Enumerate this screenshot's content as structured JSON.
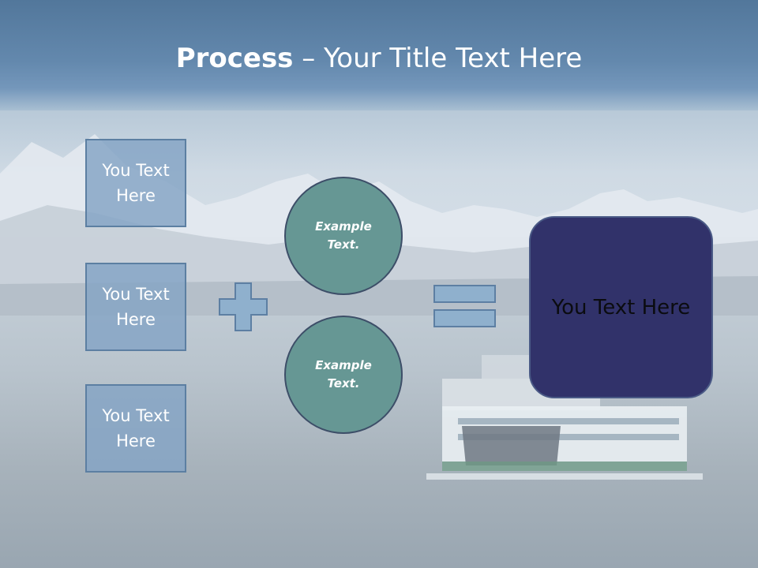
{
  "slide": {
    "title_bold": "Process",
    "title_rest": " – Your Title Text Here",
    "left_boxes": [
      "You Text Here",
      "You Text Here",
      "You Text Here"
    ],
    "circles": [
      "Example Text.",
      "Example Text."
    ],
    "result_text": "You Text Here"
  },
  "colors": {
    "title_band": "#6388ad",
    "box_fill": "#84a4c4",
    "circle_fill": "#669794",
    "result_fill": "#31326a",
    "operator_fill": "#8fb0cd"
  }
}
